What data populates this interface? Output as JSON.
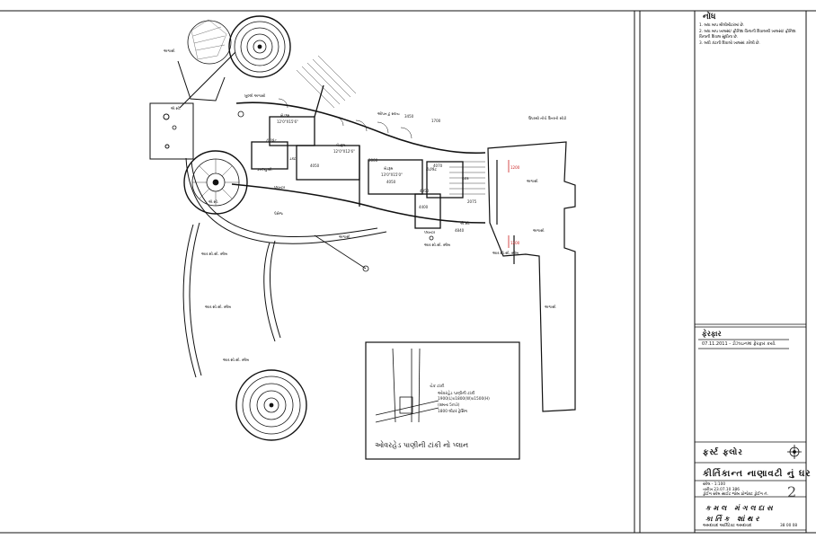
{
  "notes": {
    "heading": "નોંધ",
    "items": [
      "1. બધા માપ મીલીમીટરમાં છે.",
      "2. બધા માપ ખાલસાં/ ફ્રીનિશ વિનાની દિવાલથી ખાલસાં/ ફ્રીનિશ વિનાની દિવાલ સુધીના છે.",
      "3. બધી કંટની દિવાલો ખાલસાં કરેલી છે."
    ]
  },
  "revisions": {
    "heading": "ફેરફાર",
    "rows": [
      "07.11.2011 -  ડીઝાઇનમાં ફેરફાર કર્યા."
    ]
  },
  "title_block": {
    "floor_title": "ફર્સ્ટ ફ્લોર",
    "client": "કીર્તિકાન્ત નાણાવટી નું ઘર",
    "scale": "સ્કેલ - 1:100",
    "date_line": "તારીખ        23.07.10  386",
    "drawn_line": "ડ્રોઈંગ  સ્કેમ  સાઈટ  જોબ  પ્રોજેક્ટ  ડ્રોઈંગ નં.",
    "sheet_number": "2",
    "architect_1": "કમલ મંગલદાસ",
    "architect_2": "કાર્તિક શાંથર",
    "address": "અમદાવાદ  આર્કિટેક્ટ  અમદાવાદ",
    "code": "38 00 08"
  },
  "inset": {
    "caption": "ઓવરહેડ પાણીની ટાંકી નો પ્લાન",
    "label_top": "ચેક ટાંકી",
    "label_1": "ઓવરહેડ પાણીની ટાંકી",
    "label_2": "1900(L)x1800(W)x1500(H)",
    "label_3": "(ક્ષમતા 5m3)",
    "label_4": "1800 લીટર ટ્રેસિંગ"
  },
  "plan_labels": {
    "open_terrace": "ખુલ્લી અગાસી",
    "terrace_1": "અગાસી",
    "terrace_2": "અગાસી",
    "terrace_3": "અગાસી",
    "terrace_4": "અગાસી",
    "terrace_5": "અગાસી",
    "bedroom_1": "બેડરૂમ",
    "bedroom_1_dim": "12'0\"X15'6\"",
    "bedroom_2": "બેડરૂમ",
    "bedroom_2_dim": "12'0\"X12'6\"",
    "bedroom_3": "બેડરૂમ",
    "bedroom_3_dim": "13'0\"X15'0\"",
    "passage": "પેસેજ",
    "toilet_1": "ટોઈલેટ",
    "toilet_2": "ટોઈલેટ",
    "wc": "ડબલ્યુ.સી.",
    "stair": "દાદર",
    "open_above": "ઓપન ટુ સ્કાય",
    "planter_1": "પ્લાન્ટર",
    "planter_2": "પ્લાન્ટર",
    "ac_1": "એ.સી.",
    "ac_2": "એ.સી.",
    "ac_3": "એ.સી.",
    "ac_ledge_1": "આર.સી.સી. સ્લેબ",
    "ac_ledge_2": "આર.સી.સી. સ્લેબ",
    "ac_ledge_3": "આર.સી.સી. સ્લેબ",
    "ac_ledge_4": "આર.સી.સી. સ્લેબ",
    "ac_ledge_5": "આર.સી.સી. સ્લેબ",
    "duct": "ડક્ટ",
    "above_note": "ઉપરથી નીચે ઉતરતી સીડી",
    "dims": [
      "3450",
      "1700",
      "4050",
      "4070",
      "4050",
      "4950",
      "2075",
      "4400",
      "3000",
      "4840"
    ],
    "red_dims": [
      "1200",
      "1200"
    ]
  },
  "colors": {
    "ink": "#111111",
    "red_dimension": "#cc2222",
    "paper": "#ffffff"
  }
}
